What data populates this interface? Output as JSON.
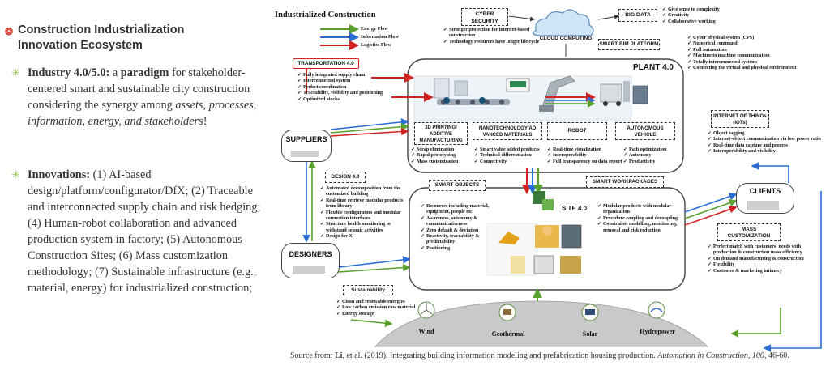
{
  "left": {
    "heading_line1": "Construction Industrialization",
    "heading_line2": "Innovation Ecosystem",
    "b1_bold": "Industry 4.0/5.0:",
    "b1_text1": " a ",
    "b1_bold2": "paradigm",
    "b1_text2": " for stakeholder-centered smart and sustainable city construction considering the synergy among ",
    "b1_italic": "assets, processes, information, energy, and stakeholders",
    "b1_end": "!",
    "b2_bold": "Innovations:",
    "b2_text": " (1) AI-based design/platform/configurator/DfX; (2) Traceable and interconnected supply chain and risk hedging; (4) Human-robot collaboration and advanced production system in factory; (5) Autonomous Construction Sites; (6) Mass customization methodology; (7) Sustainable infrastructure (e.g., material, energy) for industrialized construction;"
  },
  "diagram": {
    "title": "Industrialized Construction",
    "legend": {
      "energy": "Energy Flow",
      "information": "Information Flow",
      "logistics": "Logistics Flow"
    },
    "colors": {
      "energy": "#5aa02c",
      "information": "#2a6bd4",
      "logistics": "#d32020"
    },
    "cyber_security": {
      "line1": "CYBER",
      "line2": "SECURITY",
      "items": [
        "Stronger protection for internet-based construction",
        "Technology resources have longer life cycle"
      ]
    },
    "cloud": "CLOUD COMPUTING",
    "big_data": {
      "label": "BIG DATA",
      "items": [
        "Give sense to complexity",
        "Creativity",
        "Collaborative working"
      ]
    },
    "smart_bim": "SMART BIM PLATFORM",
    "cps_items": [
      "Cyber physical system (CPS)",
      "Numerical command",
      "Full automation",
      "Machine to machine communication",
      "Totally interconnected systems",
      "Connecting the virtual and physical environment"
    ],
    "transportation": {
      "label": "TRANSPORTATION 4.0",
      "items": [
        "Fully integrated supply chain",
        "Interconnected system",
        "Perfect coordination",
        "Traceability, visibility and positioning",
        "Optimized stocks"
      ]
    },
    "plant": "PLANT 4.0",
    "tech_boxes": [
      {
        "label1": "3D PRINTING/",
        "label2": "ADDITIVE",
        "label3": "MANUFACTURING",
        "items": [
          "Scrap elimination",
          "Rapid prototyping",
          "Mass customization"
        ]
      },
      {
        "label1": "NANOTECHNOLOGY/AD",
        "label2": "VANCED MATERIALS",
        "label3": "",
        "items": [
          "Smart value added products",
          "Technical differentiation",
          "Connectivity"
        ]
      },
      {
        "label1": "ROBOT",
        "label2": "",
        "label3": "",
        "items": [
          "Real-time visualization",
          "Interoperability",
          "Full transparency on data report"
        ]
      },
      {
        "label1": "AUTONOMOUS",
        "label2": "VEHICLE",
        "label3": "",
        "items": [
          "Path optimization",
          "Autonomy",
          "Productivity"
        ]
      }
    ],
    "iot": {
      "label1": "INTERNET OF THINGs",
      "label2": "(IOTs)",
      "items": [
        "Object tagging",
        "Internet-object communication via low power ratio",
        "Real-time data capture and process",
        "Interoperability and visibility"
      ]
    },
    "suppliers": "SUPPLIERS",
    "design": {
      "label": "DESIGN 4.0",
      "items": [
        "Automated decomposition from the customized building",
        "Real-time retrieve modular products from library",
        "Flexible configurators and modular connection interfaces",
        "Structure health monitoring to withstand seismic activities",
        "Design for X"
      ]
    },
    "designers": "DESIGNERS",
    "smart_objects": "SMART OBJECTS",
    "smart_workpackages": "SMART WORKPACKAGES",
    "site": "SITE 4.0",
    "site_left_items": [
      "Resources including material, equipment, people etc.",
      "Awareness, autonomy & communicativeness",
      "Zero default & deviation",
      "Reactivity, traceability & predictability",
      "Positioning"
    ],
    "site_right_items": [
      "Modular products with modular organization",
      "Procedure coupling and decoupling",
      "Constraints modelling, monitoring, removal and risk reduction"
    ],
    "clients": "CLIENTS",
    "mass_customization": {
      "label1": "MASS",
      "label2": "CUSTOMIZATION",
      "items": [
        "Perfect match with customers' needs with production & construction mass efficiency",
        "On demand manufacturing & construction",
        "Flexibility",
        "Customer & marketing intimacy"
      ]
    },
    "sustainability": {
      "label": "Sustainability",
      "items": [
        "Clean and renewable energies",
        "Low carbon emission raw material",
        "Energy storage"
      ]
    },
    "energy_sources": [
      "Wind",
      "Geothermal",
      "Solar",
      "Hydropower"
    ]
  },
  "source": {
    "prefix": "Source from: ",
    "authors": "Li",
    "rest": ", et al. (2019). Integrating building information modeling and prefabrication housing production. ",
    "journal": "Automation in Construction, 100",
    "pages": ", 46-60."
  }
}
